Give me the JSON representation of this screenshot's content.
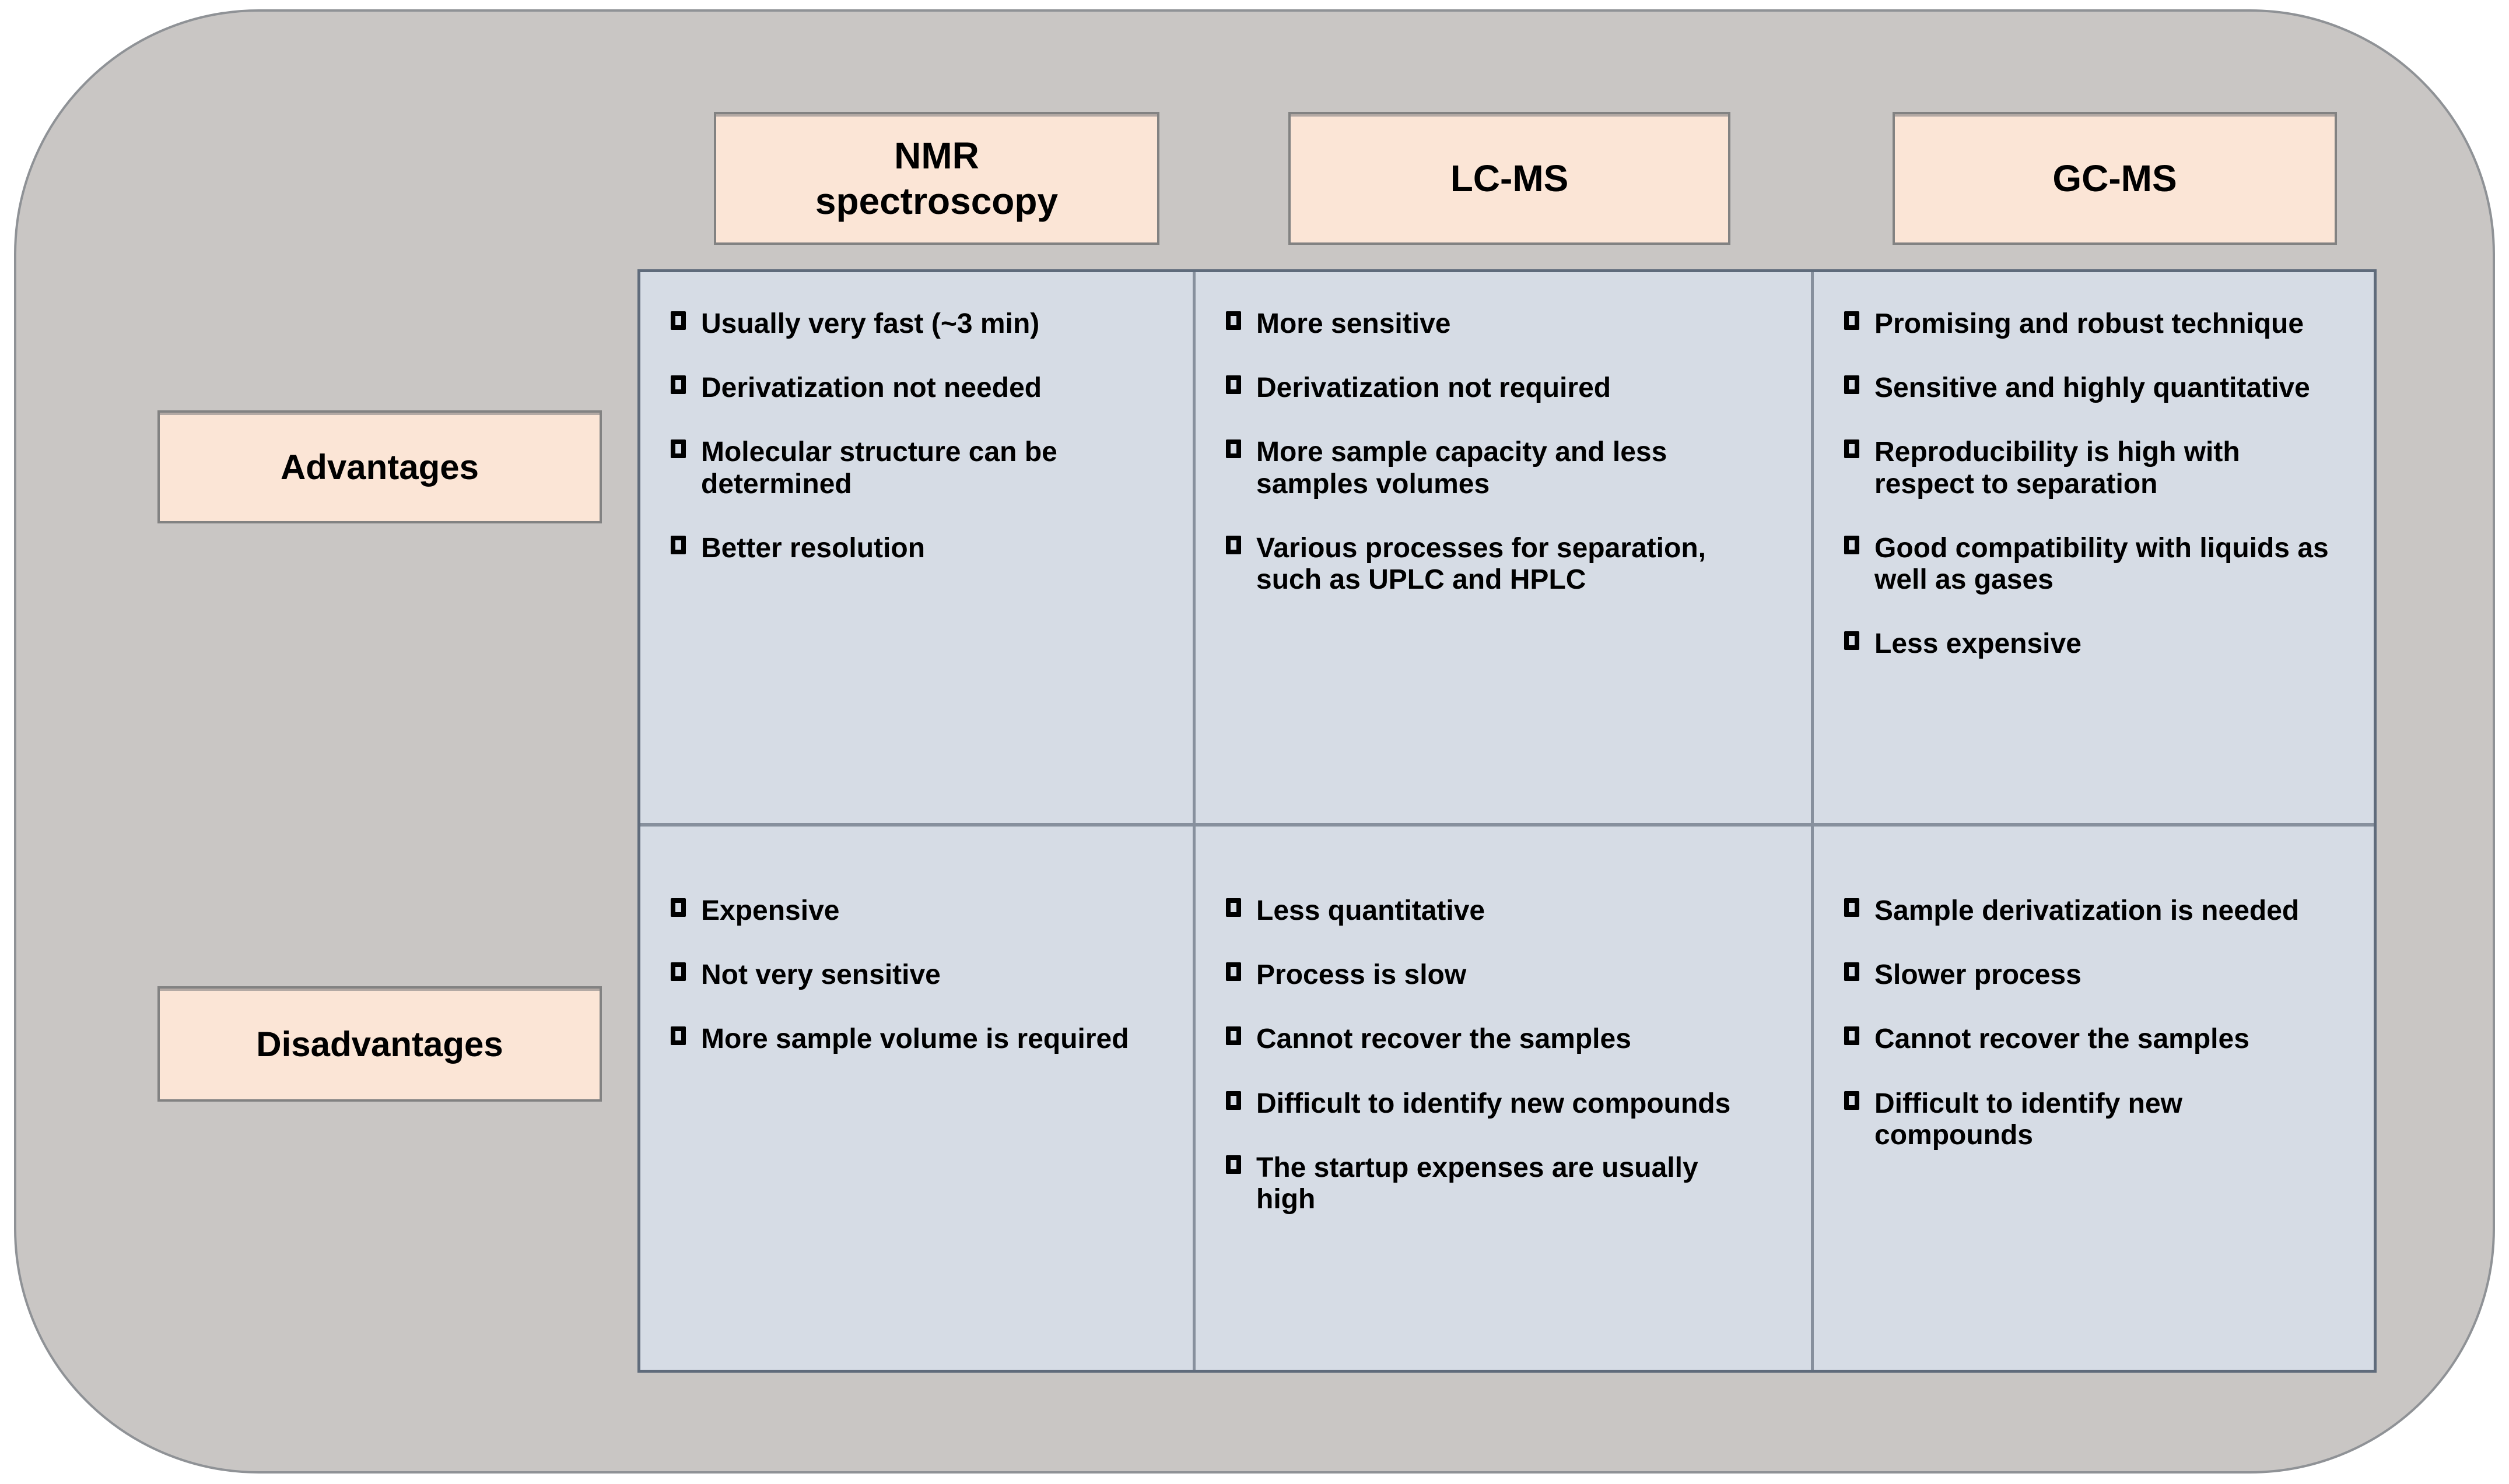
{
  "colors": {
    "page_bg": "#ffffff",
    "panel_bg": "#c9c6c4",
    "panel_border": "#8f9296",
    "cell_bg": "#d6dce5",
    "table_border": "#5f6b7b",
    "divider": "#87909d",
    "header_bg": "#fbe5d6",
    "header_border": "#828282",
    "text": "#000000"
  },
  "bullets": {
    "icon": "hollow-square-bullet"
  },
  "row_labels": {
    "advantages": "Advantages",
    "disadvantages": "Disadvantages"
  },
  "techniques": [
    {
      "id": "nmr",
      "name": "NMR\nspectroscopy",
      "advantages": [
        "Usually very fast (~3 min)",
        "Derivatization not needed",
        "Molecular structure can be determined",
        "Better resolution"
      ],
      "disadvantages": [
        "Expensive",
        "Not very sensitive",
        "More sample volume is required"
      ]
    },
    {
      "id": "lcms",
      "name": "LC-MS",
      "advantages": [
        "More sensitive",
        "Derivatization not required",
        "More sample capacity and less samples volumes",
        "Various processes for separation, such as UPLC and HPLC"
      ],
      "disadvantages": [
        "Less quantitative",
        "Process is slow",
        "Cannot recover the samples",
        "Difficult to identify new compounds",
        "The startup expenses are usually high"
      ]
    },
    {
      "id": "gcms",
      "name": "GC-MS",
      "advantages": [
        "Promising and robust technique",
        "Sensitive and highly quantitative",
        "Reproducibility is high with respect to separation",
        "Good compatibility with liquids as well as gases",
        "Less expensive"
      ],
      "disadvantages": [
        "Sample derivatization is needed",
        "Slower process",
        "Cannot recover the samples",
        "Difficult to identify new compounds"
      ]
    }
  ]
}
